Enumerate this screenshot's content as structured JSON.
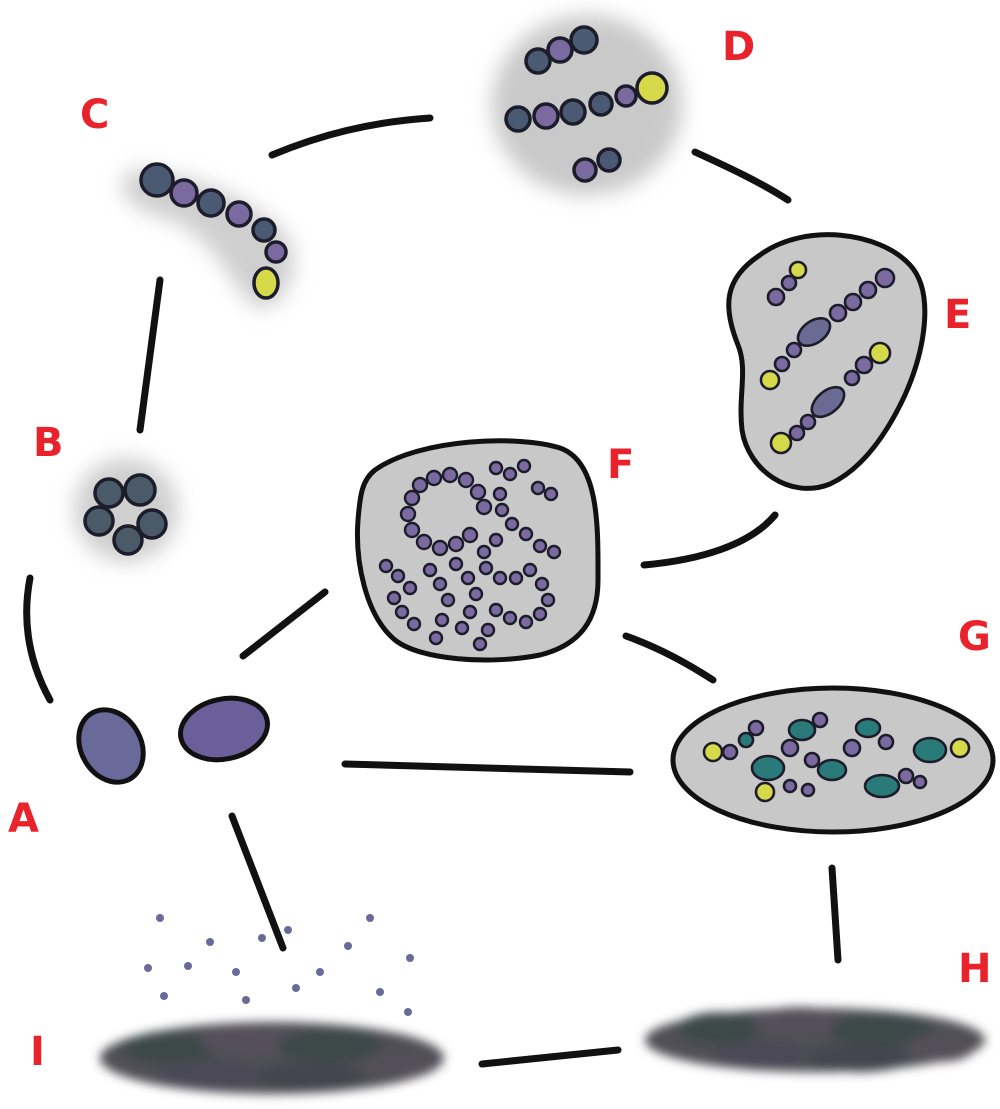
{
  "diagram": {
    "labels": {
      "a": "A",
      "b": "B",
      "c": "C",
      "d": "D",
      "e": "E",
      "f": "F",
      "g": "G",
      "h": "H",
      "i": "I"
    },
    "colors": {
      "label": "#e8232b",
      "spore": "#6a6a9a",
      "bead_dark": "#4a5a70",
      "bead_purple": "#7a6aa0",
      "bead_tip": "#d6d94a",
      "bead_teal": "#2a7a7a",
      "cell_fill": "#c8c8c8",
      "halo": "#cfcfcf",
      "mat": "#4f4f55"
    }
  }
}
